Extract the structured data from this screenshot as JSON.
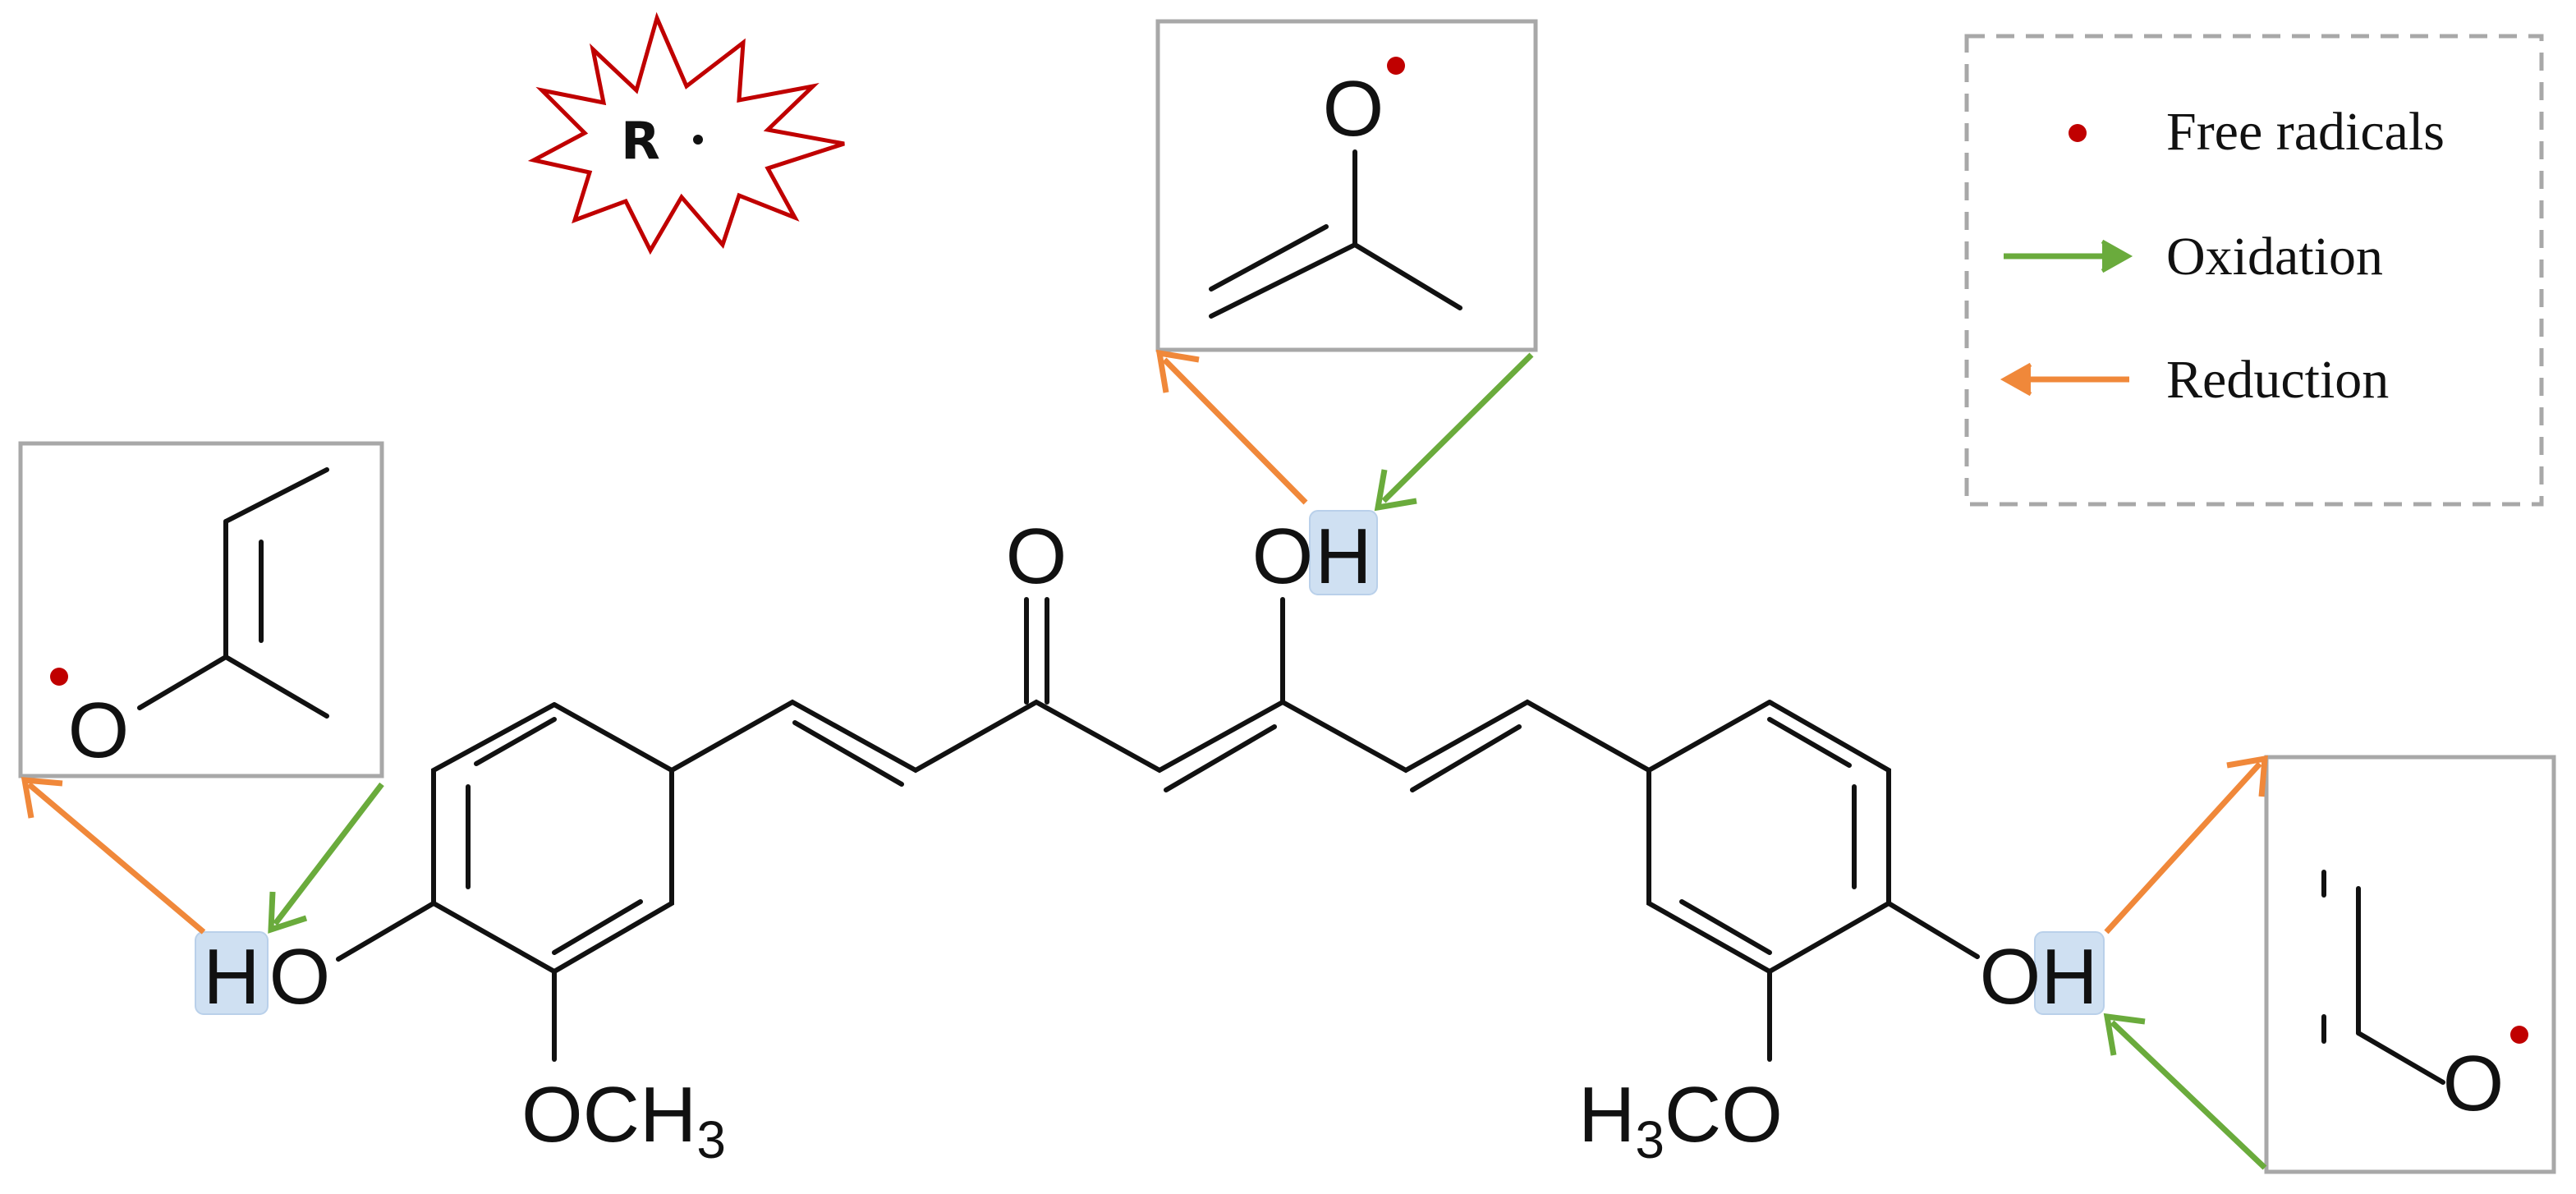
{
  "colors": {
    "radical": "#c00000",
    "oxidation": "#6aab3c",
    "reduction": "#f0883a",
    "highlight": "#cfe0f2",
    "box_border": "#a8a8a8"
  },
  "radical_label": "R",
  "molecule": {
    "carbonyl_o": "O",
    "enol_o": "O",
    "enol_h": "H",
    "left_h": "H",
    "left_o": "O",
    "right_o": "O",
    "right_h": "H",
    "left_methoxy": {
      "main": "OCH",
      "sub": "3"
    },
    "right_methoxy": {
      "pre": "H",
      "sub": "3",
      "main": "CO"
    }
  },
  "inset_boxes": {
    "top": {
      "o_label": "O"
    },
    "left": {
      "o_label": "O"
    },
    "right": {
      "o_label": "O"
    }
  },
  "legend": {
    "items": [
      {
        "symbol": "dot",
        "label": "Free radicals"
      },
      {
        "symbol": "green-arrow",
        "label": "Oxidation"
      },
      {
        "symbol": "orange-arrow",
        "label": "Reduction"
      }
    ]
  }
}
